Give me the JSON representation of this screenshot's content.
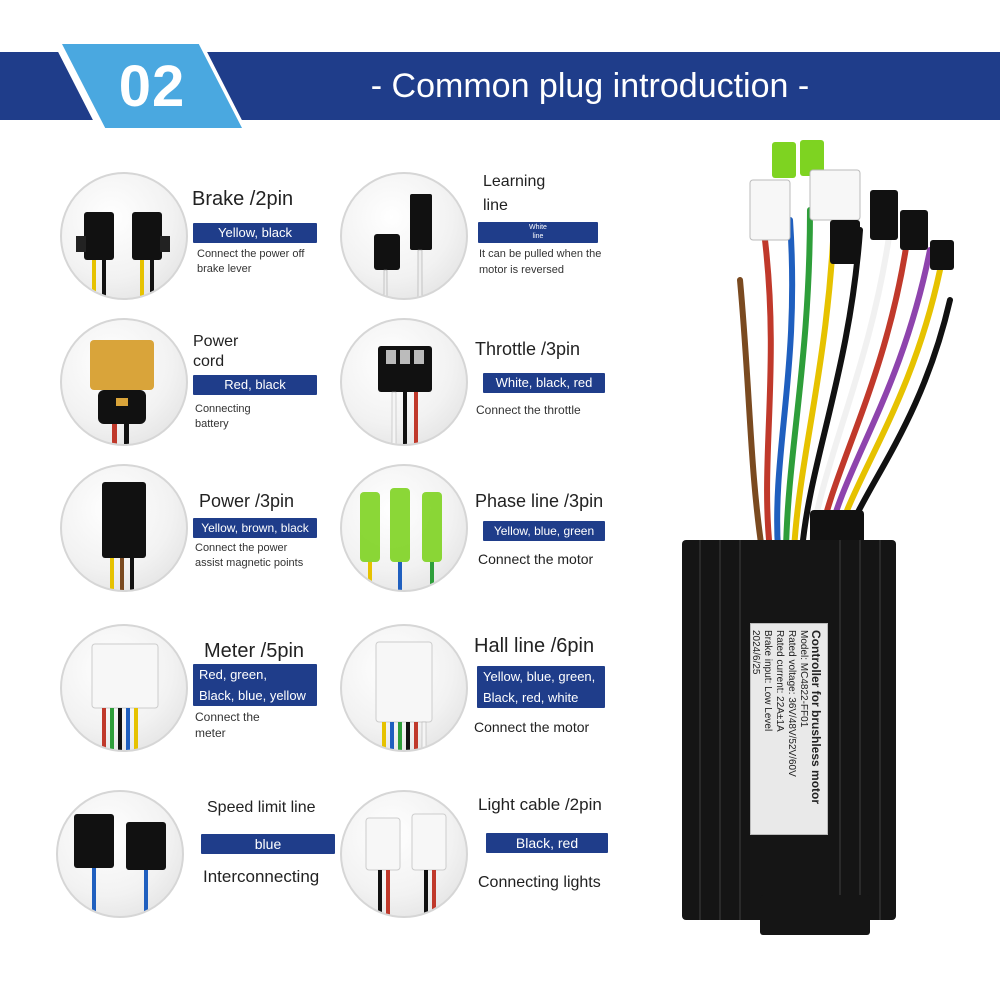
{
  "header": {
    "number": "02",
    "title": "- Common plug introduction -"
  },
  "plugs": {
    "brake": {
      "title": "Brake /2pin",
      "colors": "Yellow, black",
      "desc1": "Connect the power off",
      "desc2": "brake lever"
    },
    "learning": {
      "title1": "Learning",
      "title2": "line",
      "colors1": "White",
      "colors2": "line",
      "desc1": "It can be pulled when the",
      "desc2": "motor is reversed"
    },
    "power_cord": {
      "title1": "Power",
      "title2": "cord",
      "colors": "Red, black",
      "desc1": "Connecting",
      "desc2": "battery"
    },
    "throttle": {
      "title": "Throttle /3pin",
      "colors": "White, black, red",
      "desc": "Connect the throttle"
    },
    "power": {
      "title": "Power /3pin",
      "colors": "Yellow, brown, black",
      "desc1": "Connect the power",
      "desc2": "assist magnetic points"
    },
    "phase": {
      "title": "Phase line /3pin",
      "colors": "Yellow, blue, green",
      "desc": "Connect the motor"
    },
    "meter": {
      "title": "Meter /5pin",
      "colors1": "Red, green,",
      "colors2": "Black, blue, yellow",
      "desc1": "Connect the",
      "desc2": "meter"
    },
    "hall": {
      "title": "Hall line /6pin",
      "colors1": "Yellow, blue, green,",
      "colors2": "Black, red, white",
      "desc": "Connect the motor"
    },
    "speed": {
      "title": "Speed limit line",
      "colors": "blue",
      "desc": "Interconnecting"
    },
    "light": {
      "title": "Light cable /2pin",
      "colors": "Black, red",
      "desc": "Connecting lights"
    }
  },
  "controller_label": {
    "title": "Controller for brushless motor",
    "line1": "Model: MC4822-FF01",
    "line2": "Rated voltage: 36V/48V/52V/60V",
    "line3": "Rated current: 22A±1A",
    "line4": "Brake input: Low Level",
    "line5": "2024/6/25"
  },
  "colors": {
    "navy": "#1f3d8a",
    "accent_blue": "#4aa8e0"
  }
}
